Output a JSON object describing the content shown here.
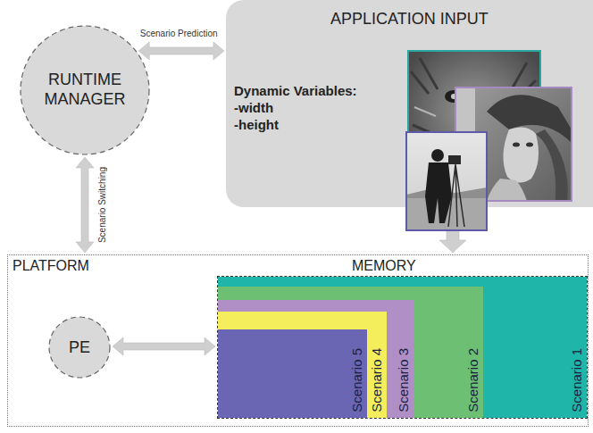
{
  "diagram": {
    "nodes": [
      {
        "text": [
          "RUNTIME MANAGER"
        ]
      },
      {
        "text": [
          "APPLICATION INPUT",
          "Dynamic Variables:",
          "-width",
          "-height"
        ]
      },
      {
        "text": [
          "PLATFORM"
        ]
      },
      {
        "text": [
          "PE"
        ],
        "in": 2
      },
      {
        "text": [
          "MEMORY"
        ],
        "in": 2
      },
      {
        "text": [
          "Scenario 1"
        ],
        "in": 4
      },
      {
        "text": [
          "Scenario 2"
        ],
        "in": 4
      },
      {
        "text": [
          "Scenario 3"
        ],
        "in": 4
      },
      {
        "text": [
          "Scenario 4"
        ],
        "in": 4
      },
      {
        "text": [
          "Scenario 5"
        ],
        "in": 4
      }
    ],
    "edges": [
      {
        "from": 0,
        "to": 1,
        "label": "Scenario Prediction",
        "arrow": "both"
      },
      {
        "from": 0,
        "to": 2,
        "label": "Scenario Switching",
        "arrow": "both"
      },
      {
        "from": 1,
        "to": 2,
        "arrow": "to"
      },
      {
        "from": 3,
        "to": 4,
        "arrow": "both"
      }
    ]
  }
}
